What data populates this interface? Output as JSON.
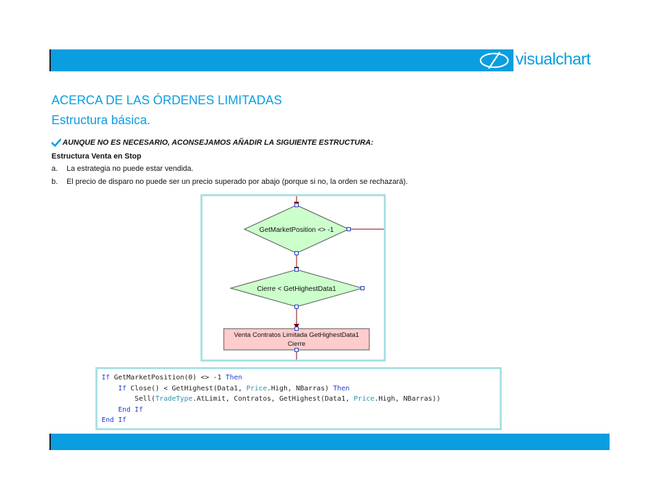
{
  "header": {
    "brand": "visualchart",
    "brand_color": "#0a9ee0",
    "logo_icon": "visualchart-logo-icon"
  },
  "slide": {
    "title": "ACERCA DE LAS ÓRDENES LIMITADAS",
    "subtitle": "Estructura básica.",
    "check_icon": "check-icon",
    "recommendation": "AUNQUE NO ES NECESARIO, ACONSEJAMOS AÑADIR LA SIGUIENTE ESTRUCTURA:",
    "structure_heading": "Estructura Venta en Stop",
    "items": [
      {
        "label": "a.",
        "text": "La estrategia no puede estar vendida."
      },
      {
        "label": "b.",
        "text": "El precio de disparo no puede ser un precio superado por abajo (porque si no, la orden se rechazará)."
      }
    ]
  },
  "flowchart": {
    "decision1": "GetMarketPosition <> -1",
    "decision2": "Cierre < GetHighestData1",
    "action_line1": "Venta Contratos Limitada GetHighestData1",
    "action_line2": "Cierre",
    "decision_fill": "#ccffcc",
    "action_fill": "#ffcccc"
  },
  "code": {
    "line1": {
      "kw1": "If",
      "mid": " GetMarketPosition(0) <> -1 ",
      "kw2": "Then"
    },
    "line2": {
      "indent": "    ",
      "kw1": "If",
      "a": " Close() < GetHighest(Data1, ",
      "ty": "Price",
      "b": ".High, NBarras) ",
      "kw2": "Then"
    },
    "line3": {
      "indent": "        ",
      "a": "Sell(",
      "ty1": "TradeType",
      "b": ".AtLimit, Contratos, GetHighest(Data1, ",
      "ty2": "Price",
      "c": ".High, NBarras))"
    },
    "line4": {
      "indent": "    ",
      "kw": "End If"
    },
    "line5": {
      "kw": "End If"
    }
  }
}
